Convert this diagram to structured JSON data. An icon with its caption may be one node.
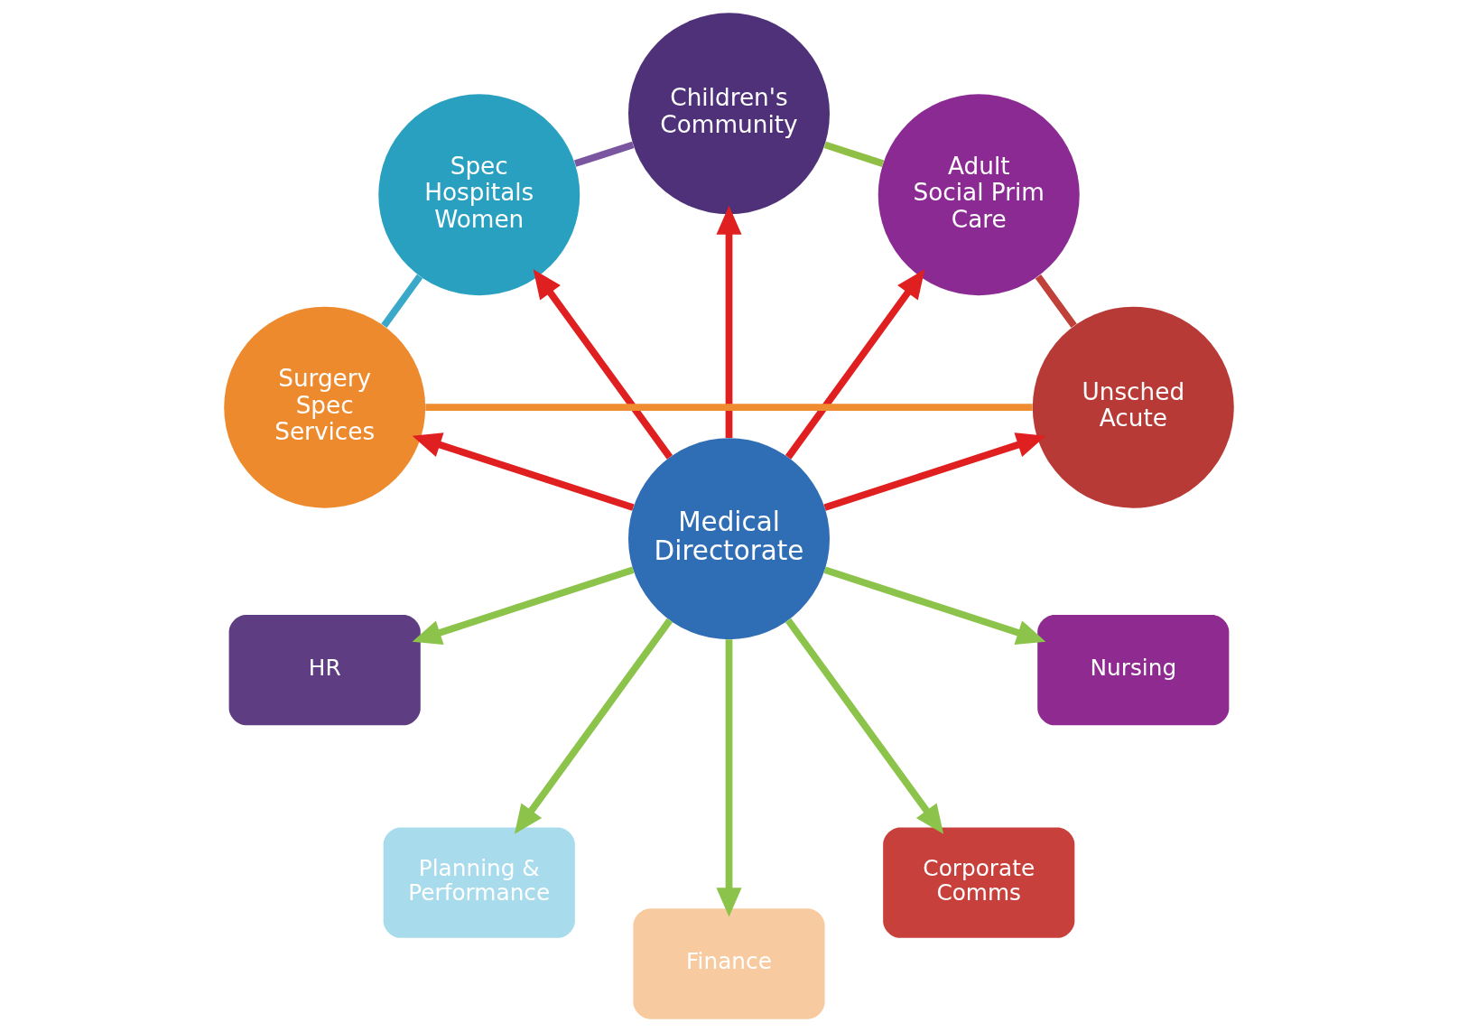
{
  "diagram": {
    "nodes": [
      {
        "text": [
          "Medical Directorate"
        ]
      },
      {
        "text": [
          "Unsched Acute"
        ]
      },
      {
        "text": [
          "Adult Social Prim Care"
        ]
      },
      {
        "text": [
          "Children's Community"
        ]
      },
      {
        "text": [
          "Spec Hospitals Women"
        ]
      },
      {
        "text": [
          "Surgery Spec Services"
        ]
      },
      {
        "text": [
          "HR"
        ]
      },
      {
        "text": [
          "Planning & Performance"
        ]
      },
      {
        "text": [
          "Finance"
        ]
      },
      {
        "text": [
          "Corporate Comms"
        ]
      },
      {
        "text": [
          "Nursing"
        ]
      }
    ],
    "edges": [
      {
        "from": 0,
        "to": 1,
        "arrow": "to",
        "color": "#e02020"
      },
      {
        "from": 0,
        "to": 2,
        "arrow": "to",
        "color": "#e02020"
      },
      {
        "from": 0,
        "to": 3,
        "arrow": "to",
        "color": "#e02020"
      },
      {
        "from": 0,
        "to": 4,
        "arrow": "to",
        "color": "#e02020"
      },
      {
        "from": 0,
        "to": 5,
        "arrow": "to",
        "color": "#e02020"
      },
      {
        "from": 0,
        "to": 6,
        "arrow": "to",
        "color": "#8cc34a"
      },
      {
        "from": 0,
        "to": 7,
        "arrow": "to",
        "color": "#8cc34a"
      },
      {
        "from": 0,
        "to": 8,
        "arrow": "to",
        "color": "#8cc34a"
      },
      {
        "from": 0,
        "to": 9,
        "arrow": "to",
        "color": "#8cc34a"
      },
      {
        "from": 0,
        "to": 10,
        "arrow": "to",
        "color": "#8cc34a"
      },
      {
        "from": 1,
        "to": 2,
        "arrow": "none",
        "color": "#c0403a"
      },
      {
        "from": 2,
        "to": 3,
        "arrow": "none",
        "color": "#8fbf45"
      },
      {
        "from": 3,
        "to": 4,
        "arrow": "none",
        "color": "#7a55a0"
      },
      {
        "from": 4,
        "to": 5,
        "arrow": "none",
        "color": "#3aa8c8"
      },
      {
        "from": 5,
        "to": 1,
        "arrow": "none",
        "color": "#ef8c30"
      }
    ]
  }
}
